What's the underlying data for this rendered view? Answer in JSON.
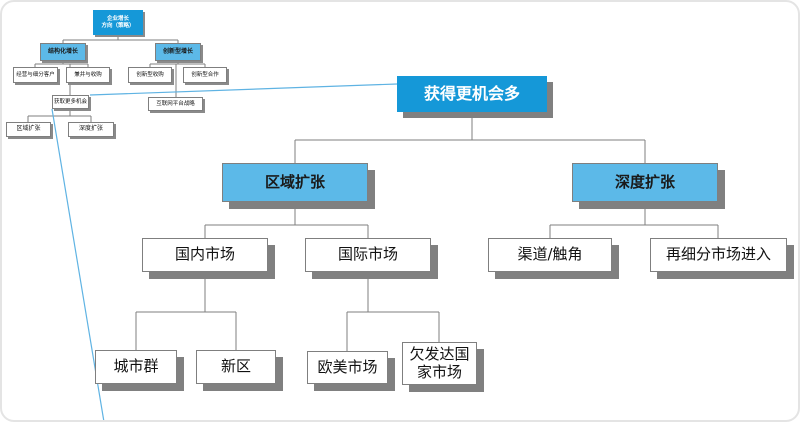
{
  "colors": {
    "primary_blue": "#1598D8",
    "light_blue": "#5CB9E8",
    "shadow_gray": "#808080",
    "connector_gray": "#7F7F7F",
    "callout_blue": "#5FB3E3",
    "slide_border": "#E4E4E4"
  },
  "overview_tree": {
    "nodes": [
      {
        "id": "root",
        "label": "企业增长\n方向（策略）"
      },
      {
        "id": "structured-growth",
        "label": "结构化增长"
      },
      {
        "id": "innovative-growth",
        "label": "创新型增长"
      },
      {
        "id": "operate-segment-customers",
        "label": "经营与细分客户"
      },
      {
        "id": "merger-acquisition",
        "label": "兼并与收购"
      },
      {
        "id": "innovative-acquisition",
        "label": "创新型收购"
      },
      {
        "id": "innovative-cooperation",
        "label": "创新型合作"
      },
      {
        "id": "gain-more-opportunities",
        "label": "获取更多机会"
      },
      {
        "id": "internet-platform-strategy",
        "label": "互联网平台战略"
      },
      {
        "id": "regional-expansion-small",
        "label": "区域扩张"
      },
      {
        "id": "depth-expansion-small",
        "label": "深度扩张"
      }
    ]
  },
  "detail_tree": {
    "nodes": [
      {
        "id": "root",
        "label": "获得更机会多"
      },
      {
        "id": "regional-expansion",
        "label": "区域扩张"
      },
      {
        "id": "depth-expansion",
        "label": "深度扩张"
      },
      {
        "id": "domestic-market",
        "label": "国内市场"
      },
      {
        "id": "international-market",
        "label": "国际市场"
      },
      {
        "id": "channels-tentacles",
        "label": "渠道/触角"
      },
      {
        "id": "resegmented-market-entry",
        "label": "再细分市场进入"
      },
      {
        "id": "city-clusters",
        "label": "城市群"
      },
      {
        "id": "new-districts",
        "label": "新区"
      },
      {
        "id": "europe-america-market",
        "label": "欧美市场"
      },
      {
        "id": "underdeveloped-countries-market",
        "label": "欠发达国家市场"
      }
    ]
  }
}
